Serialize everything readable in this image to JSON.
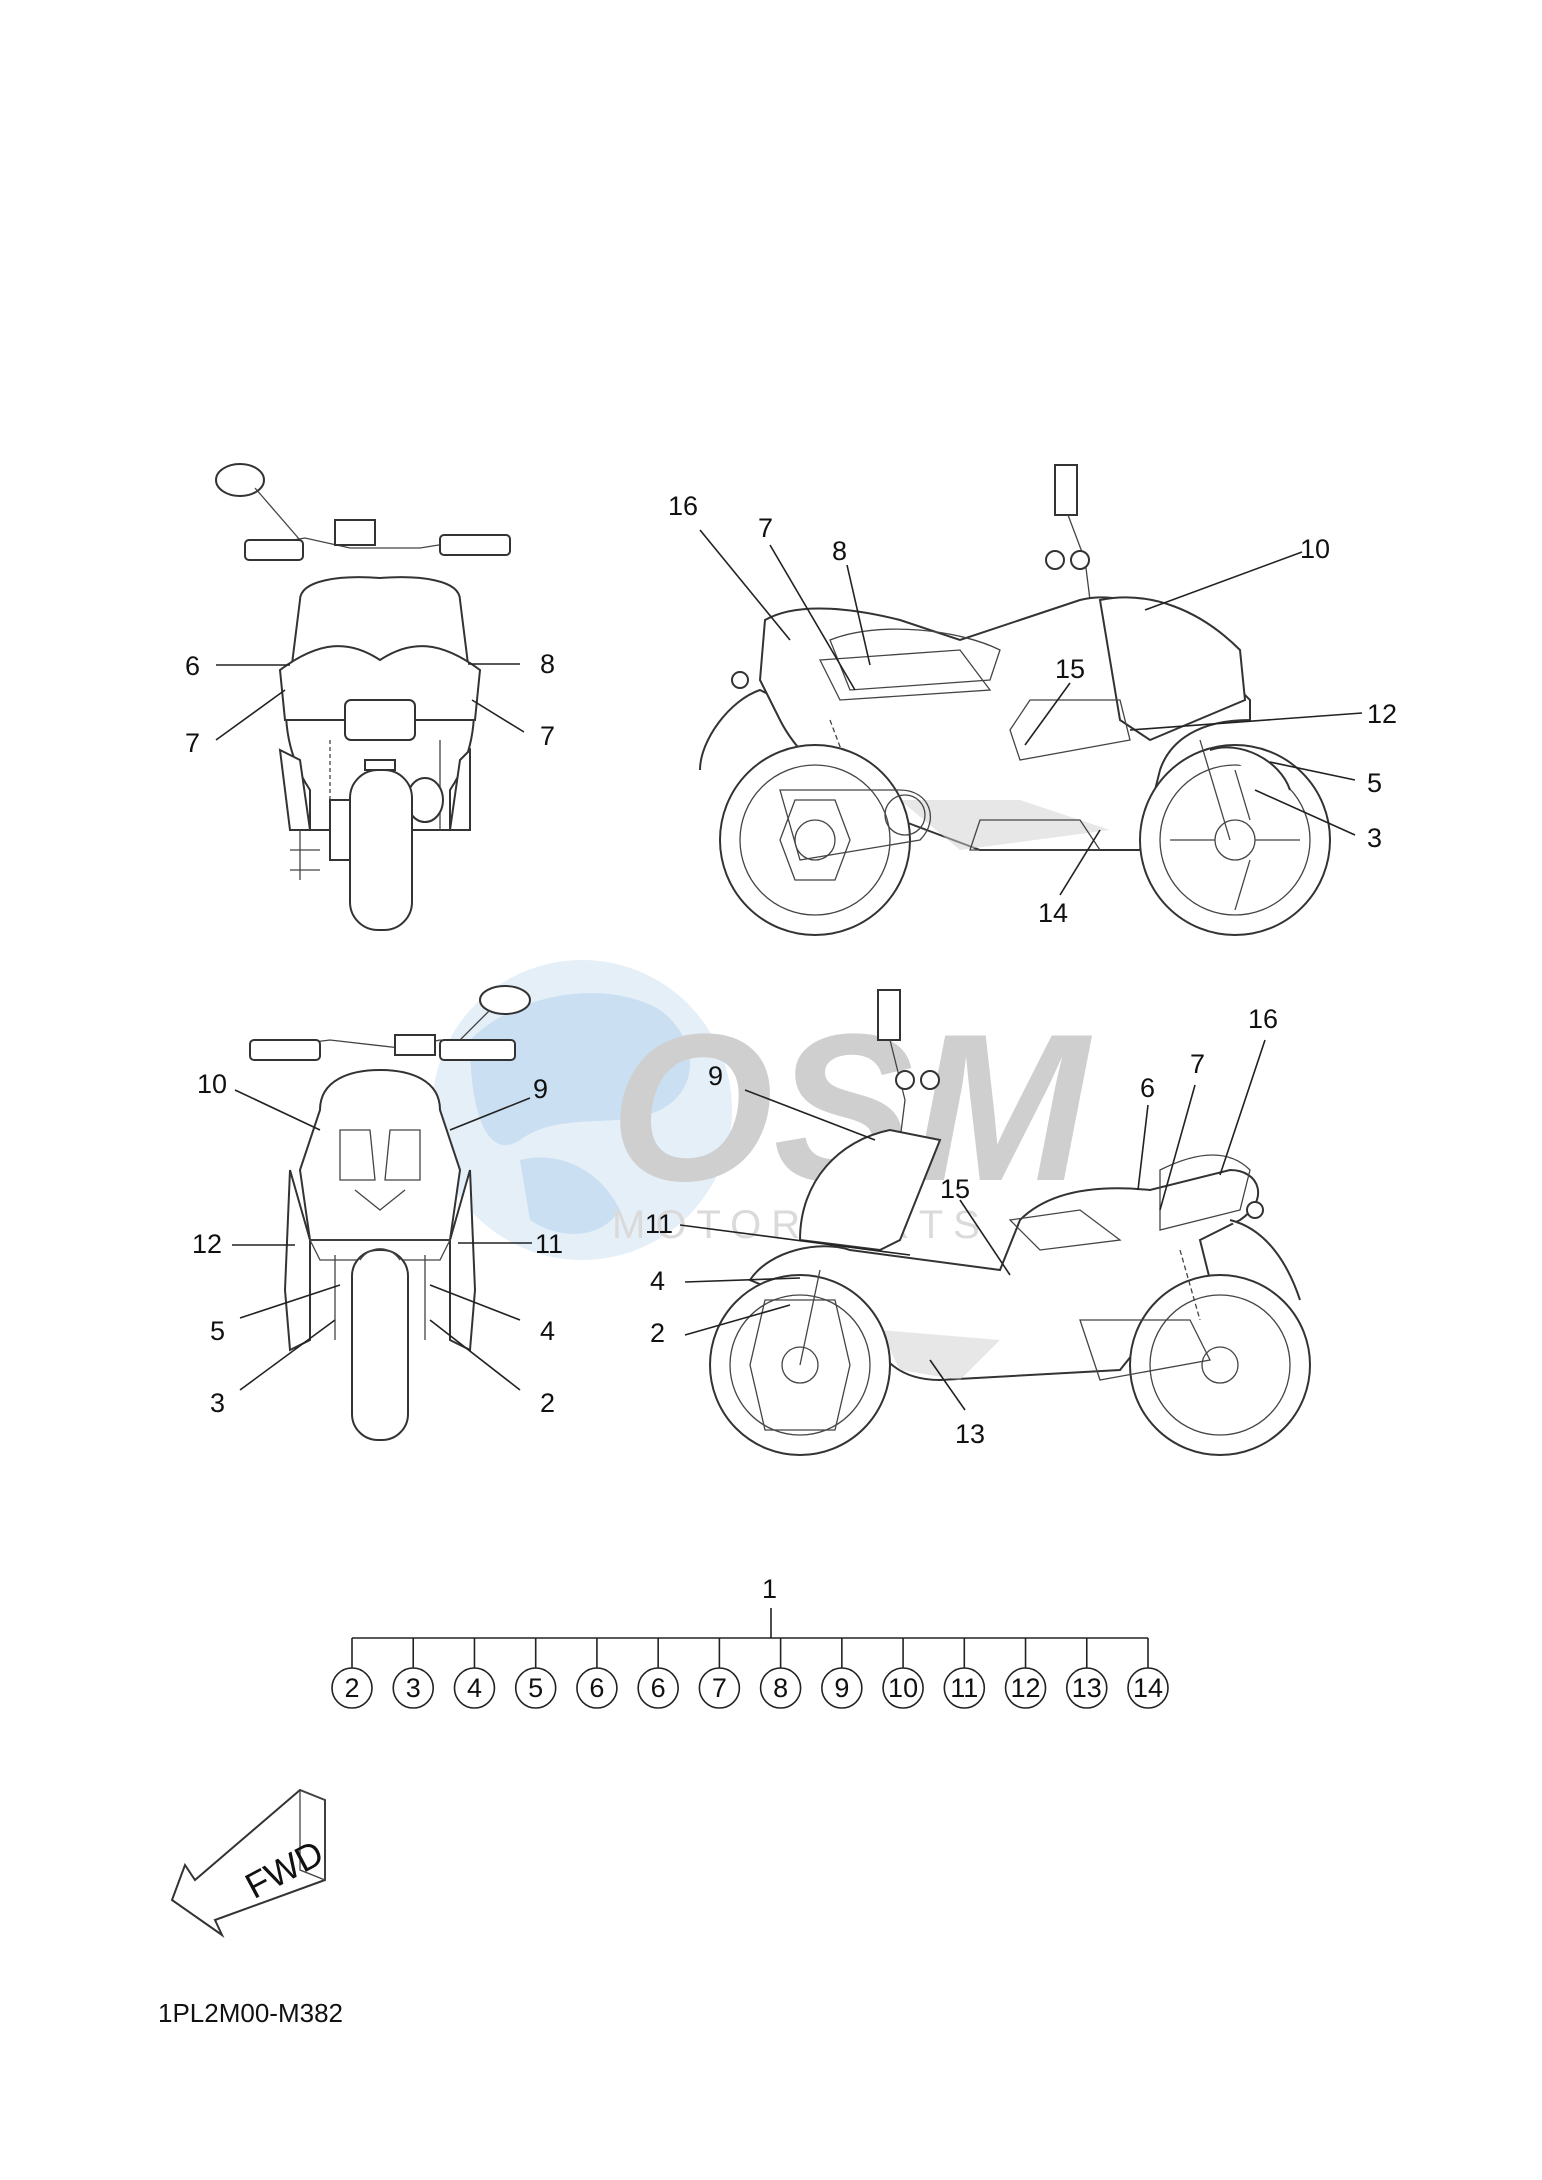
{
  "callouts": {
    "rear_view": [
      "6",
      "8",
      "7",
      "7"
    ],
    "right_side": [
      "16",
      "7",
      "8",
      "10",
      "15",
      "12",
      "5",
      "3",
      "14"
    ],
    "front_view": [
      "10",
      "9",
      "12",
      "11",
      "5",
      "4",
      "3",
      "2"
    ],
    "left_side": [
      "9",
      "6",
      "7",
      "16",
      "15",
      "11",
      "4",
      "2",
      "13"
    ]
  },
  "kit": {
    "label": "1",
    "items": [
      "2",
      "3",
      "4",
      "5",
      "6",
      "6",
      "7",
      "8",
      "9",
      "10",
      "11",
      "12",
      "13",
      "14"
    ]
  },
  "fwd_label": "FWD",
  "diagram_code": "1PL2M00-M382",
  "watermark": {
    "brand": "OSM",
    "sub": "MOTORPARTS",
    "colors": {
      "globe": "#b9d7ef",
      "letters": "#b5b5b5"
    }
  }
}
